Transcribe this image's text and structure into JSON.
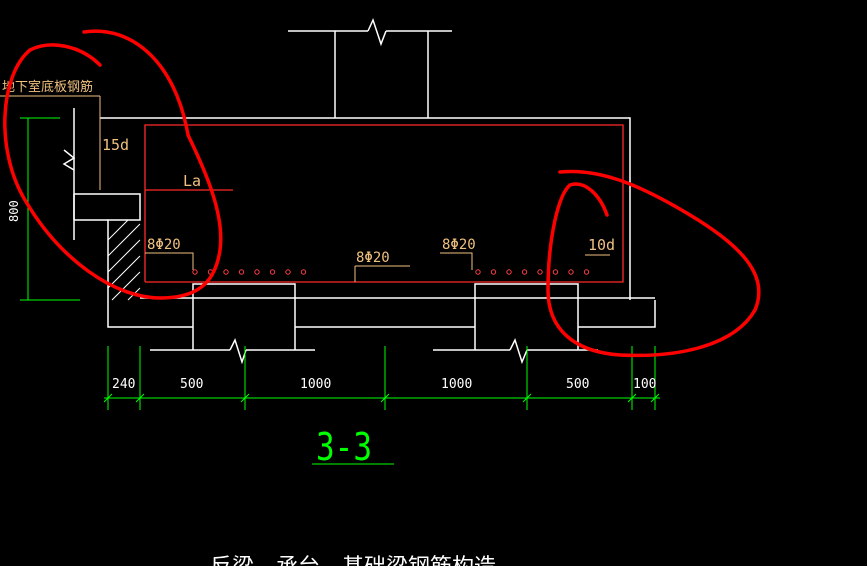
{
  "drawing": {
    "background": "#000000",
    "colors": {
      "structure": "#ffffff",
      "rebar": "#ff2a2a",
      "dimension": "#00ff00",
      "annotation": "#f0c080",
      "markup": "#ff0000",
      "title": "#00ff00"
    },
    "labels": {
      "basement_slab_rebar": "地下室底板钢筋",
      "anchor_15d": "15d",
      "anchor_la": "La",
      "anchor_10d": "10d",
      "rebar_left": "8Φ20",
      "rebar_mid": "8Φ20",
      "rebar_right": "8Φ20",
      "height_dim": "800"
    },
    "dimensions": [
      "240",
      "500",
      "1000",
      "1000",
      "500",
      "100"
    ],
    "section_title": "3-3",
    "bottom_cut_text": "反梁、承台、基础梁钢筋构造"
  }
}
